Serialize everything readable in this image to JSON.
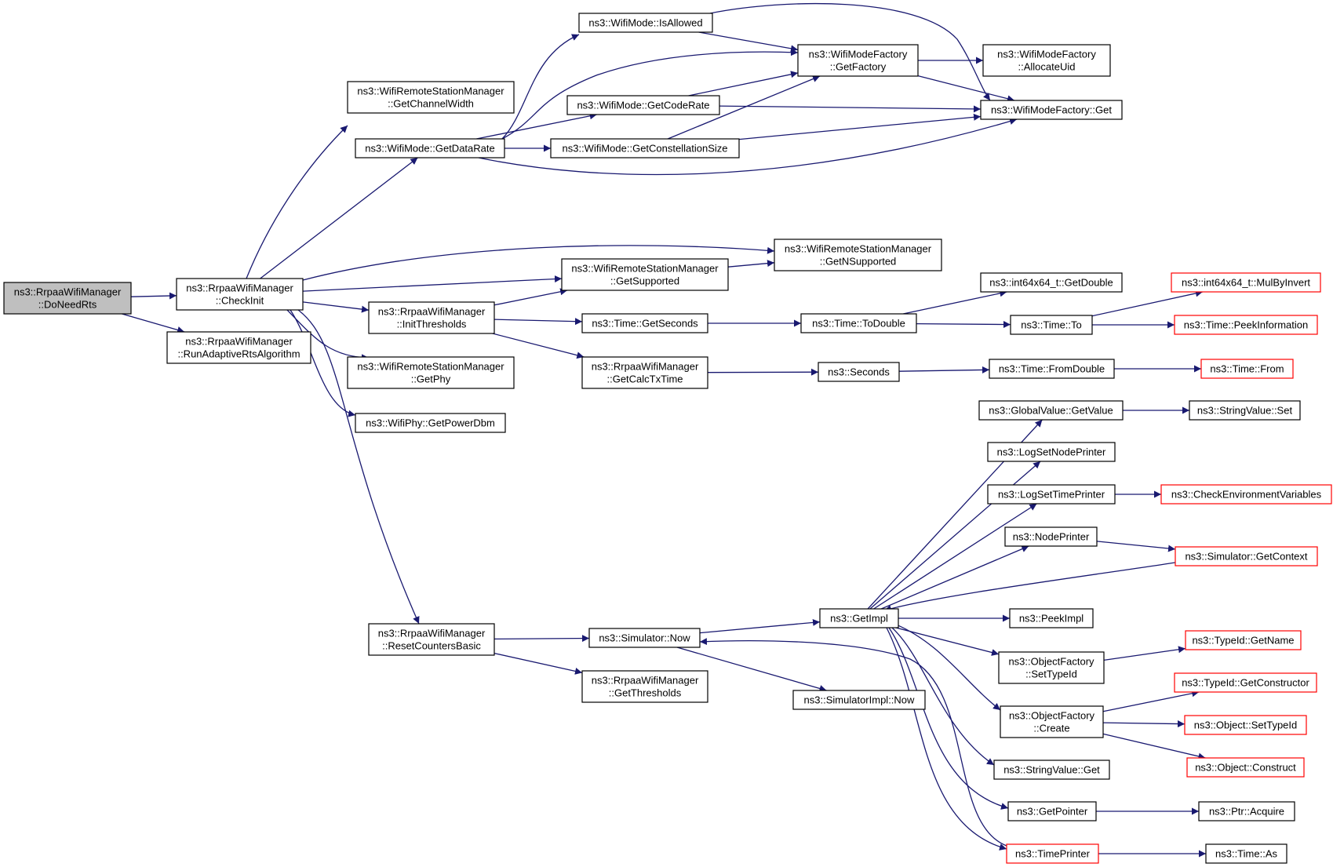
{
  "colors": {
    "edge": "#191970",
    "node_border": "#000000",
    "node_border_truncated": "#ff0000",
    "node_fill": "#ffffff",
    "root_fill": "#bfbfbf",
    "text": "#000000"
  },
  "nodes": [
    {
      "id": "doneedrts",
      "lines": [
        "ns3::RrpaaWifiManager",
        "::DoNeedRts"
      ],
      "style": "root"
    },
    {
      "id": "checkinit",
      "lines": [
        "ns3::RrpaaWifiManager",
        "::CheckInit"
      ],
      "style": "normal"
    },
    {
      "id": "runadaptive",
      "lines": [
        "ns3::RrpaaWifiManager",
        "::RunAdaptiveRtsAlgorithm"
      ],
      "style": "normal"
    },
    {
      "id": "getchannelwidth",
      "lines": [
        "ns3::WifiRemoteStationManager",
        "::GetChannelWidth"
      ],
      "style": "normal"
    },
    {
      "id": "getdatarate",
      "lines": [
        "ns3::WifiMode::GetDataRate"
      ],
      "style": "normal"
    },
    {
      "id": "isallowed",
      "lines": [
        "ns3::WifiMode::IsAllowed"
      ],
      "style": "normal"
    },
    {
      "id": "getcoderate",
      "lines": [
        "ns3::WifiMode::GetCodeRate"
      ],
      "style": "normal"
    },
    {
      "id": "getconstellationsize",
      "lines": [
        "ns3::WifiMode::GetConstellationSize"
      ],
      "style": "normal"
    },
    {
      "id": "getfactory",
      "lines": [
        "ns3::WifiModeFactory",
        "::GetFactory"
      ],
      "style": "normal"
    },
    {
      "id": "allocateuid",
      "lines": [
        "ns3::WifiModeFactory",
        "::AllocateUid"
      ],
      "style": "normal"
    },
    {
      "id": "wmfget",
      "lines": [
        "ns3::WifiModeFactory::Get"
      ],
      "style": "normal"
    },
    {
      "id": "getnsupported",
      "lines": [
        "ns3::WifiRemoteStationManager",
        "::GetNSupported"
      ],
      "style": "normal"
    },
    {
      "id": "getsupported",
      "lines": [
        "ns3::WifiRemoteStationManager",
        "::GetSupported"
      ],
      "style": "normal"
    },
    {
      "id": "initthresholds",
      "lines": [
        "ns3::RrpaaWifiManager",
        "::InitThresholds"
      ],
      "style": "normal"
    },
    {
      "id": "getphy",
      "lines": [
        "ns3::WifiRemoteStationManager",
        "::GetPhy"
      ],
      "style": "normal"
    },
    {
      "id": "getpowerdbm",
      "lines": [
        "ns3::WifiPhy::GetPowerDbm"
      ],
      "style": "normal"
    },
    {
      "id": "getseconds",
      "lines": [
        "ns3::Time::GetSeconds"
      ],
      "style": "normal"
    },
    {
      "id": "todouble",
      "lines": [
        "ns3::Time::ToDouble"
      ],
      "style": "normal"
    },
    {
      "id": "i64getdouble",
      "lines": [
        "ns3::int64x64_t::GetDouble"
      ],
      "style": "normal"
    },
    {
      "id": "timeto",
      "lines": [
        "ns3::Time::To"
      ],
      "style": "normal"
    },
    {
      "id": "mulbyinvert",
      "lines": [
        "ns3::int64x64_t::MulByInvert"
      ],
      "style": "truncated"
    },
    {
      "id": "peekinformation",
      "lines": [
        "ns3::Time::PeekInformation"
      ],
      "style": "truncated"
    },
    {
      "id": "getcalctxtime",
      "lines": [
        "ns3::RrpaaWifiManager",
        "::GetCalcTxTime"
      ],
      "style": "normal"
    },
    {
      "id": "seconds",
      "lines": [
        "ns3::Seconds"
      ],
      "style": "normal"
    },
    {
      "id": "fromdouble",
      "lines": [
        "ns3::Time::FromDouble"
      ],
      "style": "normal"
    },
    {
      "id": "timefrom",
      "lines": [
        "ns3::Time::From"
      ],
      "style": "truncated"
    },
    {
      "id": "resetcounters",
      "lines": [
        "ns3::RrpaaWifiManager",
        "::ResetCountersBasic"
      ],
      "style": "normal"
    },
    {
      "id": "simnow",
      "lines": [
        "ns3::Simulator::Now"
      ],
      "style": "normal"
    },
    {
      "id": "getthresholds",
      "lines": [
        "ns3::RrpaaWifiManager",
        "::GetThresholds"
      ],
      "style": "normal"
    },
    {
      "id": "getimpl",
      "lines": [
        "ns3::GetImpl"
      ],
      "style": "normal"
    },
    {
      "id": "simimplnow",
      "lines": [
        "ns3::SimulatorImpl::Now"
      ],
      "style": "normal"
    },
    {
      "id": "gvgetvalue",
      "lines": [
        "ns3::GlobalValue::GetValue"
      ],
      "style": "normal"
    },
    {
      "id": "stringvalueset",
      "lines": [
        "ns3::StringValue::Set"
      ],
      "style": "normal"
    },
    {
      "id": "logsetnodeprinter",
      "lines": [
        "ns3::LogSetNodePrinter"
      ],
      "style": "normal"
    },
    {
      "id": "logsettimeprinter",
      "lines": [
        "ns3::LogSetTimePrinter"
      ],
      "style": "normal"
    },
    {
      "id": "checkenv",
      "lines": [
        "ns3::CheckEnvironmentVariables"
      ],
      "style": "truncated"
    },
    {
      "id": "nodeprinter",
      "lines": [
        "ns3::NodePrinter"
      ],
      "style": "normal"
    },
    {
      "id": "simgetcontext",
      "lines": [
        "ns3::Simulator::GetContext"
      ],
      "style": "truncated"
    },
    {
      "id": "peekimpl",
      "lines": [
        "ns3::PeekImpl"
      ],
      "style": "normal"
    },
    {
      "id": "ofsettypeid",
      "lines": [
        "ns3::ObjectFactory",
        "::SetTypeId"
      ],
      "style": "normal"
    },
    {
      "id": "typeidgetname",
      "lines": [
        "ns3::TypeId::GetName"
      ],
      "style": "truncated"
    },
    {
      "id": "ofcreate",
      "lines": [
        "ns3::ObjectFactory",
        "::Create"
      ],
      "style": "normal"
    },
    {
      "id": "typeidgetconstructor",
      "lines": [
        "ns3::TypeId::GetConstructor"
      ],
      "style": "truncated"
    },
    {
      "id": "objsettypeid",
      "lines": [
        "ns3::Object::SetTypeId"
      ],
      "style": "truncated"
    },
    {
      "id": "objconstruct",
      "lines": [
        "ns3::Object::Construct"
      ],
      "style": "truncated"
    },
    {
      "id": "stringvalueget",
      "lines": [
        "ns3::StringValue::Get"
      ],
      "style": "normal"
    },
    {
      "id": "getpointer",
      "lines": [
        "ns3::GetPointer"
      ],
      "style": "normal"
    },
    {
      "id": "ptracquire",
      "lines": [
        "ns3::Ptr::Acquire"
      ],
      "style": "normal"
    },
    {
      "id": "timeprinter",
      "lines": [
        "ns3::TimePrinter"
      ],
      "style": "truncated"
    },
    {
      "id": "timeas",
      "lines": [
        "ns3::Time::As"
      ],
      "style": "normal"
    }
  ],
  "edges": [
    [
      "doneedrts",
      "checkinit"
    ],
    [
      "doneedrts",
      "runadaptive"
    ],
    [
      "checkinit",
      "getchannelwidth"
    ],
    [
      "checkinit",
      "getdatarate"
    ],
    [
      "checkinit",
      "getnsupported"
    ],
    [
      "checkinit",
      "getsupported"
    ],
    [
      "checkinit",
      "initthresholds"
    ],
    [
      "checkinit",
      "getphy"
    ],
    [
      "checkinit",
      "getpowerdbm"
    ],
    [
      "checkinit",
      "resetcounters"
    ],
    [
      "getdatarate",
      "isallowed"
    ],
    [
      "getdatarate",
      "getfactory"
    ],
    [
      "getdatarate",
      "getcoderate"
    ],
    [
      "getdatarate",
      "getconstellationsize"
    ],
    [
      "getdatarate",
      "wmfget"
    ],
    [
      "isallowed",
      "getfactory"
    ],
    [
      "isallowed",
      "wmfget"
    ],
    [
      "getcoderate",
      "getfactory"
    ],
    [
      "getcoderate",
      "wmfget"
    ],
    [
      "getconstellationsize",
      "getfactory"
    ],
    [
      "getconstellationsize",
      "wmfget"
    ],
    [
      "getfactory",
      "allocateuid"
    ],
    [
      "getfactory",
      "wmfget"
    ],
    [
      "getsupported",
      "getnsupported"
    ],
    [
      "initthresholds",
      "getsupported"
    ],
    [
      "initthresholds",
      "getseconds"
    ],
    [
      "initthresholds",
      "getcalctxtime"
    ],
    [
      "getseconds",
      "todouble"
    ],
    [
      "todouble",
      "i64getdouble"
    ],
    [
      "todouble",
      "timeto"
    ],
    [
      "timeto",
      "mulbyinvert"
    ],
    [
      "timeto",
      "peekinformation"
    ],
    [
      "getcalctxtime",
      "seconds"
    ],
    [
      "seconds",
      "fromdouble"
    ],
    [
      "fromdouble",
      "timefrom"
    ],
    [
      "resetcounters",
      "simnow"
    ],
    [
      "resetcounters",
      "getthresholds"
    ],
    [
      "simnow",
      "getimpl"
    ],
    [
      "simnow",
      "simimplnow"
    ],
    [
      "getimpl",
      "gvgetvalue"
    ],
    [
      "getimpl",
      "logsetnodeprinter"
    ],
    [
      "getimpl",
      "logsettimeprinter"
    ],
    [
      "getimpl",
      "nodeprinter"
    ],
    [
      "getimpl",
      "peekimpl"
    ],
    [
      "getimpl",
      "ofsettypeid"
    ],
    [
      "getimpl",
      "ofcreate"
    ],
    [
      "getimpl",
      "stringvalueget"
    ],
    [
      "getimpl",
      "getpointer"
    ],
    [
      "getimpl",
      "timeprinter"
    ],
    [
      "gvgetvalue",
      "stringvalueset"
    ],
    [
      "logsettimeprinter",
      "checkenv"
    ],
    [
      "nodeprinter",
      "simgetcontext"
    ],
    [
      "simgetcontext",
      "getimpl"
    ],
    [
      "ofsettypeid",
      "typeidgetname"
    ],
    [
      "ofcreate",
      "typeidgetconstructor"
    ],
    [
      "ofcreate",
      "objsettypeid"
    ],
    [
      "ofcreate",
      "objconstruct"
    ],
    [
      "getpointer",
      "ptracquire"
    ],
    [
      "timeprinter",
      "timeas"
    ],
    [
      "timeprinter",
      "simnow"
    ]
  ]
}
